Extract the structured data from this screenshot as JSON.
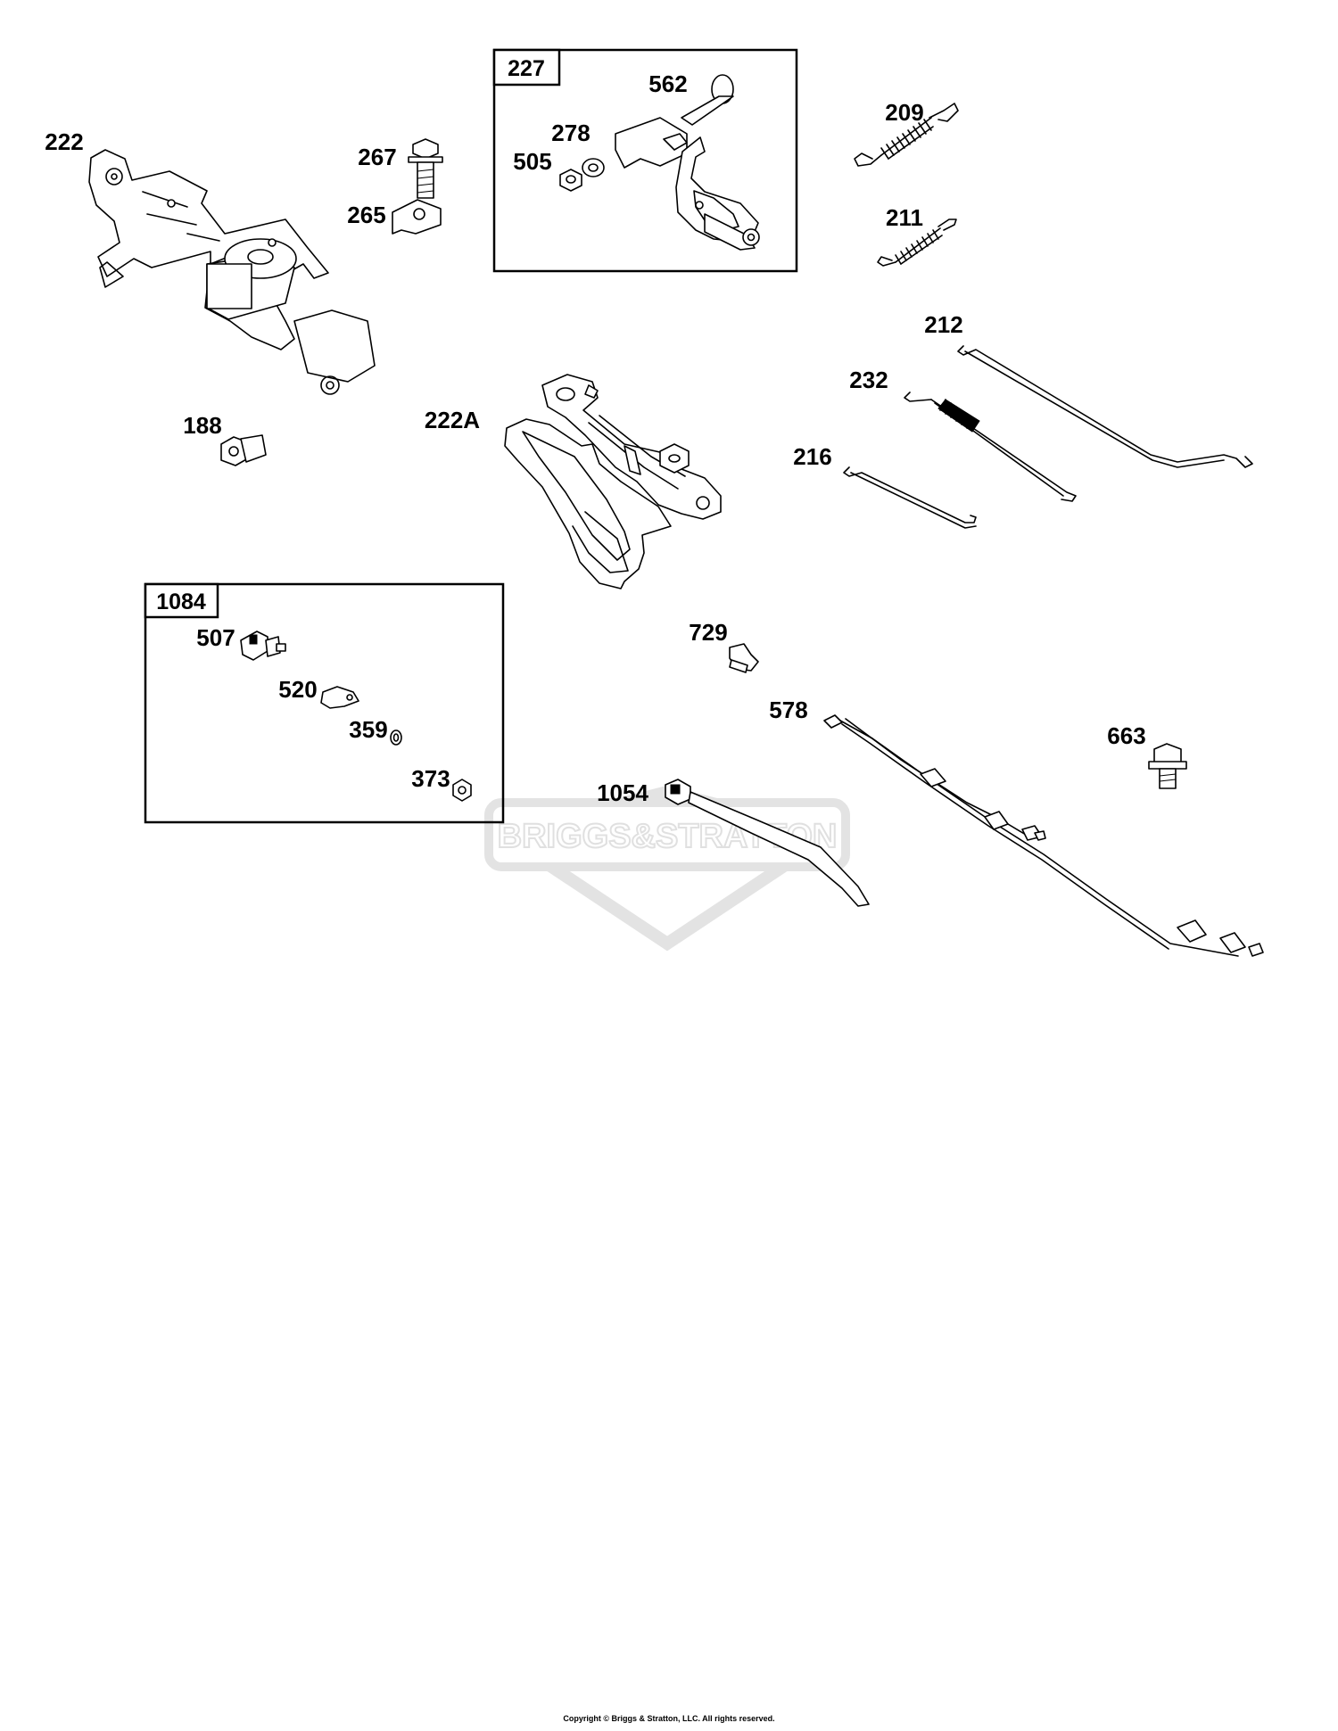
{
  "watermark": {
    "text": "BRIGGS&STRATTON"
  },
  "copyright": "Copyright © Briggs & Stratton, LLC. All rights reserved.",
  "kits": [
    {
      "id": "227",
      "label": "227"
    },
    {
      "id": "1084",
      "label": "1084"
    }
  ],
  "callouts": {
    "p222": "222",
    "p267": "267",
    "p265": "265",
    "p188": "188",
    "p562": "562",
    "p278": "278",
    "p505": "505",
    "p209": "209",
    "p211": "211",
    "p212": "212",
    "p232": "232",
    "p216": "216",
    "p222a": "222A",
    "p507": "507",
    "p520": "520",
    "p359": "359",
    "p373": "373",
    "p729": "729",
    "p578": "578",
    "p663": "663",
    "p1054": "1054"
  }
}
